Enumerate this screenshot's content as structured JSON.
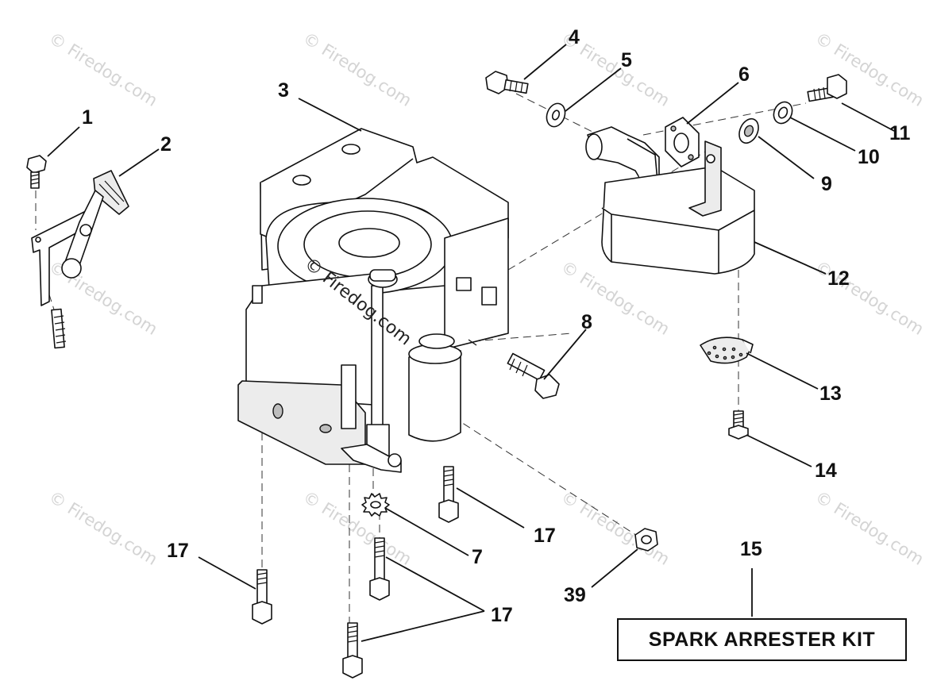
{
  "watermark": {
    "text": "© Firedog.com",
    "center_text": "© Firedog.com"
  },
  "callouts": [
    {
      "id": "c1",
      "label": "1"
    },
    {
      "id": "c2",
      "label": "2"
    },
    {
      "id": "c3",
      "label": "3"
    },
    {
      "id": "c4",
      "label": "4"
    },
    {
      "id": "c5",
      "label": "5"
    },
    {
      "id": "c6",
      "label": "6"
    },
    {
      "id": "c7",
      "label": "7"
    },
    {
      "id": "c8",
      "label": "8"
    },
    {
      "id": "c9",
      "label": "9"
    },
    {
      "id": "c10",
      "label": "10"
    },
    {
      "id": "c11",
      "label": "11"
    },
    {
      "id": "c12",
      "label": "12"
    },
    {
      "id": "c13",
      "label": "13"
    },
    {
      "id": "c14",
      "label": "14"
    },
    {
      "id": "c15",
      "label": "15"
    },
    {
      "id": "c17a",
      "label": "17"
    },
    {
      "id": "c17b",
      "label": "17"
    },
    {
      "id": "c17c",
      "label": "17"
    },
    {
      "id": "c39",
      "label": "39"
    }
  ],
  "kit": {
    "label": "SPARK ARRESTER KIT"
  }
}
